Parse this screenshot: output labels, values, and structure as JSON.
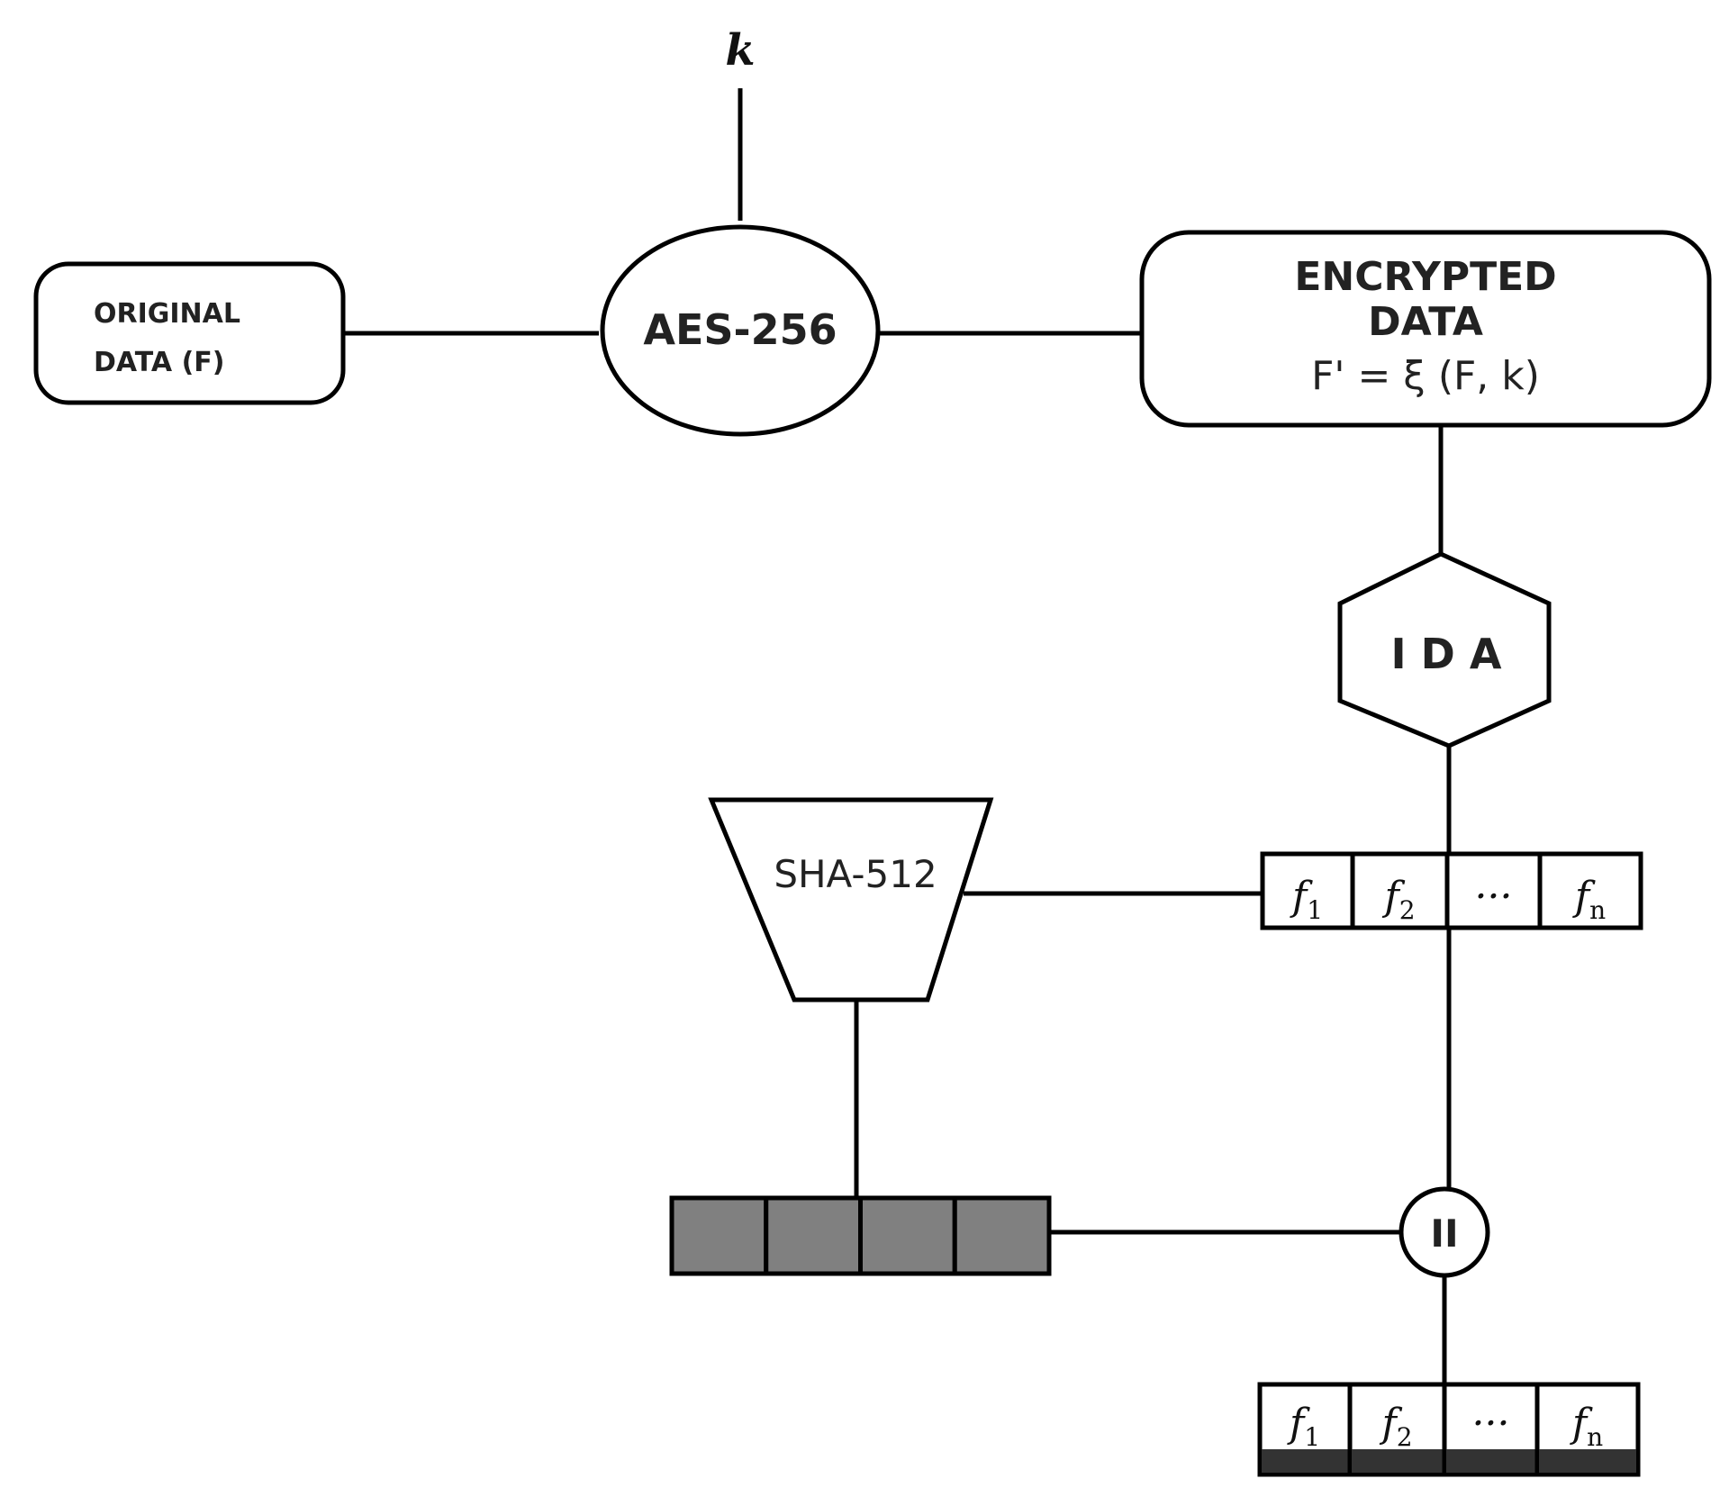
{
  "key": {
    "label": "k"
  },
  "original": {
    "line1": "ORIGINAL",
    "line2": "DATA (F)"
  },
  "aes": {
    "label": "AES-256"
  },
  "encrypted": {
    "line1": "ENCRYPTED",
    "line2": "DATA",
    "formula": "F' = ξ (F, k)"
  },
  "ida": {
    "label": "I D A"
  },
  "sha": {
    "label": "SHA-512"
  },
  "fragments": {
    "cells": [
      {
        "base": "f",
        "sub": "1"
      },
      {
        "base": "f",
        "sub": "2"
      },
      {
        "base": "···",
        "sub": ""
      },
      {
        "base": "f",
        "sub": "n"
      }
    ]
  },
  "hash_block": {
    "cell_count": 4,
    "fill": "#808080"
  },
  "concat": {
    "label": "II"
  },
  "output": {
    "cells": [
      {
        "base": "f",
        "sub": "1"
      },
      {
        "base": "f",
        "sub": "2"
      },
      {
        "base": "···",
        "sub": ""
      },
      {
        "base": "f",
        "sub": "n"
      }
    ],
    "band_color": "#333333"
  }
}
